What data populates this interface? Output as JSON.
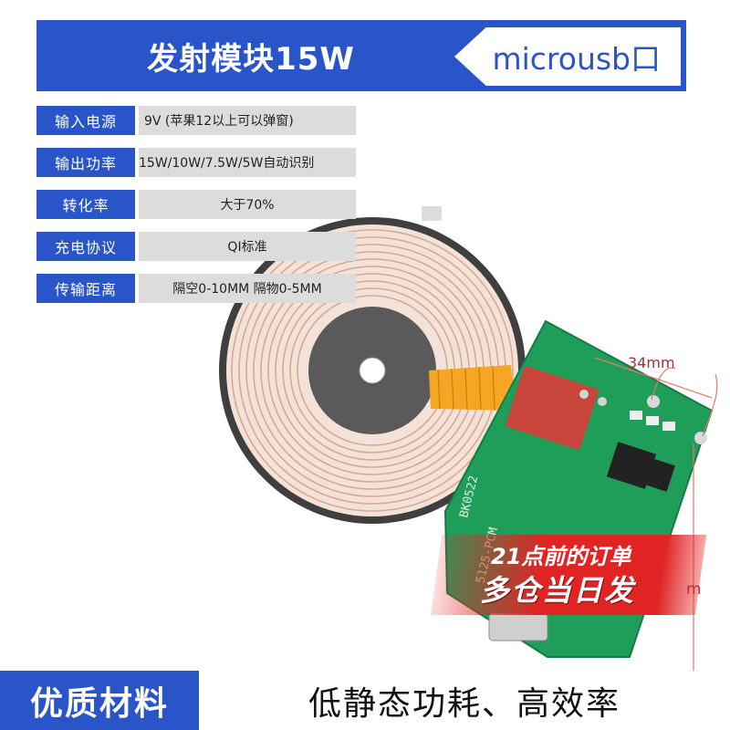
{
  "header": {
    "title": "发射模块15W",
    "tag": "microusb口"
  },
  "specs": [
    {
      "label": "输入电源",
      "value": "9V (苹果12以上可以弹窗)"
    },
    {
      "label": "输出功率",
      "value": "15W/10W/7.5W/5W自动识别"
    },
    {
      "label": "转化率",
      "value": "大于70%"
    },
    {
      "label": "充电协议",
      "value": "QI标准"
    },
    {
      "label": "传输距离",
      "value": "隔空0-10MM 隔物0-5MM"
    }
  ],
  "product": {
    "dimension_top": "34mm",
    "dimension_right": "m",
    "pcb_silk_1": "BK0522",
    "pcb_silk_2": "5125-PCM"
  },
  "promo": {
    "line1": "21点前的订单",
    "line2": "多仓当日发"
  },
  "footer": {
    "left": "优质材料",
    "right": "低静态功耗、高效率"
  },
  "colors": {
    "brand_blue": "#2a55c8",
    "promo_red": "#e02424",
    "pcb_green": "#1f9e5a",
    "coil_copper": "#e8c8b8"
  }
}
